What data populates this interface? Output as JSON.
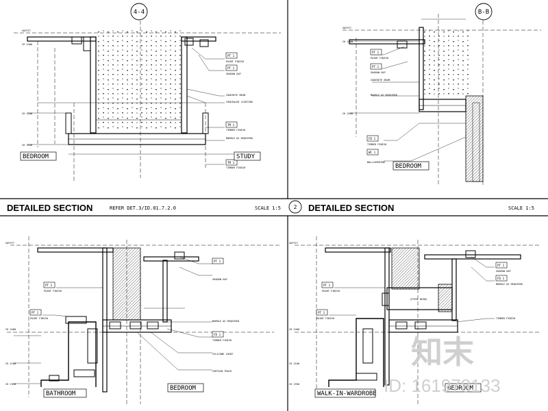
{
  "panels": {
    "top_left": {
      "section_tag": "4-4",
      "rooms": [
        "BEDROOM",
        "STUDY"
      ],
      "labels": [
        "PAINT FINISH",
        "SHADOW GAP",
        "CONCRETE BEAM",
        "CONCEALED LIGHTING",
        "TIMBER FINISH",
        "MARBLE AS REQUIRED",
        "TIMBER FINISH"
      ],
      "codes": [
        "PT 1",
        "PT 1",
        "TM 1",
        "TM 1"
      ],
      "levels": [
        "SOFFIT",
        "CH 2400",
        "CH 2100",
        "CH 1950"
      ]
    },
    "top_right": {
      "section_tag": "B-B",
      "rooms": [
        "BEDROOM"
      ],
      "labels": [
        "PAINT FINISH",
        "SHADOW GAP",
        "CONCRETE BEAM",
        "MARBLE AS REQUIRED",
        "TIMBER FINISH",
        "WALLCOVERING"
      ],
      "codes": [
        "PT 1",
        "PT 1",
        "FD 1",
        "WC 1"
      ],
      "levels": [
        "SOFFIT",
        "CH 2400",
        "CH 2100"
      ]
    },
    "bottom_left": {
      "rooms": [
        "BATHROOM",
        "BEDROOM"
      ],
      "labels": [
        "PAINT FINISH",
        "SHADOW GAP",
        "PAINT FINISH",
        "MARBLE AS REQUIRED",
        "TIMBER FINISH",
        "SILICONE JOINT",
        "CURTAIN TRACK"
      ],
      "codes": [
        "PT 1",
        "PT 1",
        "PT 1",
        "FD 1"
      ],
      "levels": [
        "SOFFIT",
        "CH 2400",
        "CH 2100",
        "CH 1950"
      ]
    },
    "bottom_right": {
      "rooms": [
        "WALK-IN-WARDROBE",
        "BEDROOM"
      ],
      "labels": [
        "PAINT FINISH",
        "SHADOW GAP",
        "PAINT FINISH",
        "MARBLE AS REQUIRED",
        "TIMBER FINISH",
        "(STEEL BEAM)"
      ],
      "codes": [
        "PT 1",
        "PT 1",
        "PT 1",
        "FD 1"
      ],
      "levels": [
        "SOFFIT",
        "CH 2400",
        "CH 2100",
        "CH 1950"
      ]
    }
  },
  "title_bar": {
    "left_title": "DETAILED SECTION",
    "left_ref": "REFER DET.3/ID.01.7.2.0",
    "left_scale": "SCALE 1:5",
    "right_number": "2",
    "right_title": "DETAILED SECTION",
    "right_scale": "SCALE 1:5"
  },
  "watermark": {
    "brand": "知末",
    "id_text": "ID: 161978133"
  }
}
